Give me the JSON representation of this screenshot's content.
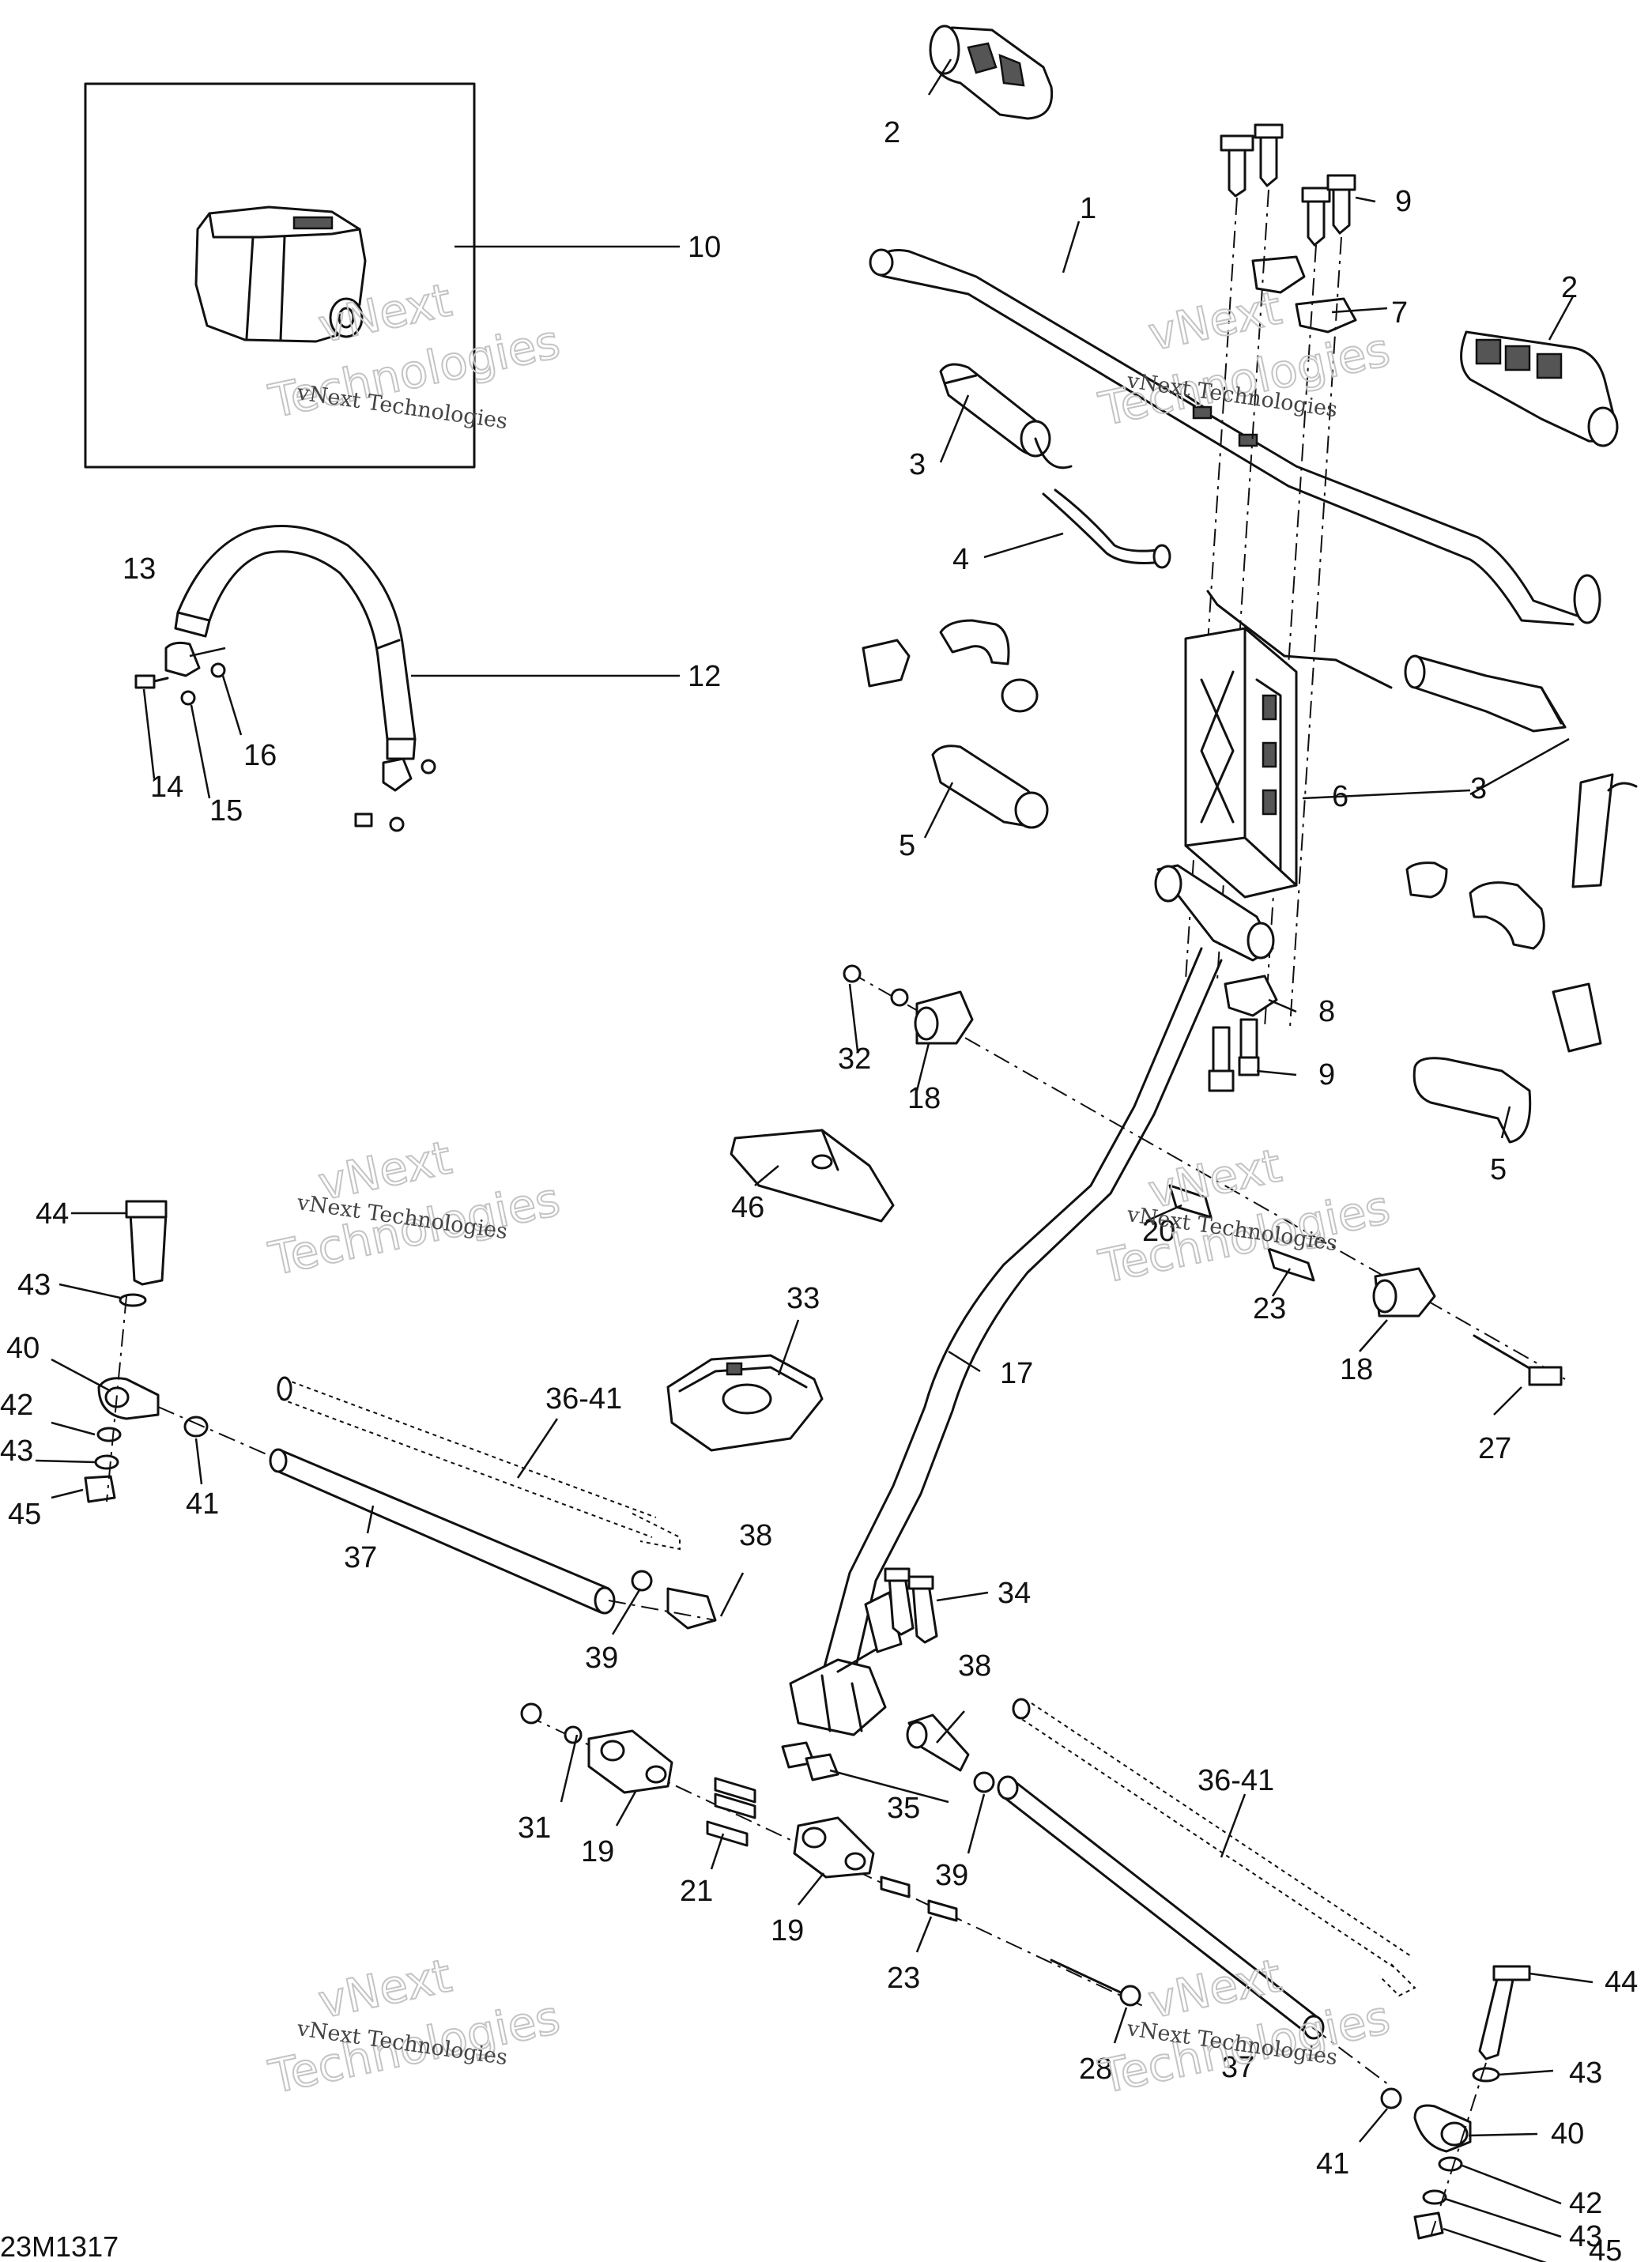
{
  "diagram_code": "23M1317",
  "watermark": {
    "vnext": "vNext",
    "technologies": "Technologies",
    "full": "vNext Technologies"
  },
  "callouts": {
    "c1": "1",
    "c2": "2",
    "c3": "3",
    "c4": "4",
    "c5": "5",
    "c6": "6",
    "c7": "7",
    "c8": "8",
    "c9": "9",
    "c10": "10",
    "c12": "12",
    "c13": "13",
    "c14": "14",
    "c15": "15",
    "c16": "16",
    "c17": "17",
    "c18": "18",
    "c19": "19",
    "c20": "20",
    "c21": "21",
    "c23": "23",
    "c27": "27",
    "c28": "28",
    "c31": "31",
    "c32": "32",
    "c33": "33",
    "c34": "34",
    "c35": "35",
    "c36_41": "36-41",
    "c37": "37",
    "c38": "38",
    "c39": "39",
    "c40": "40",
    "c41": "41",
    "c42": "42",
    "c43": "43",
    "c44": "44",
    "c45": "45",
    "c46": "46"
  }
}
